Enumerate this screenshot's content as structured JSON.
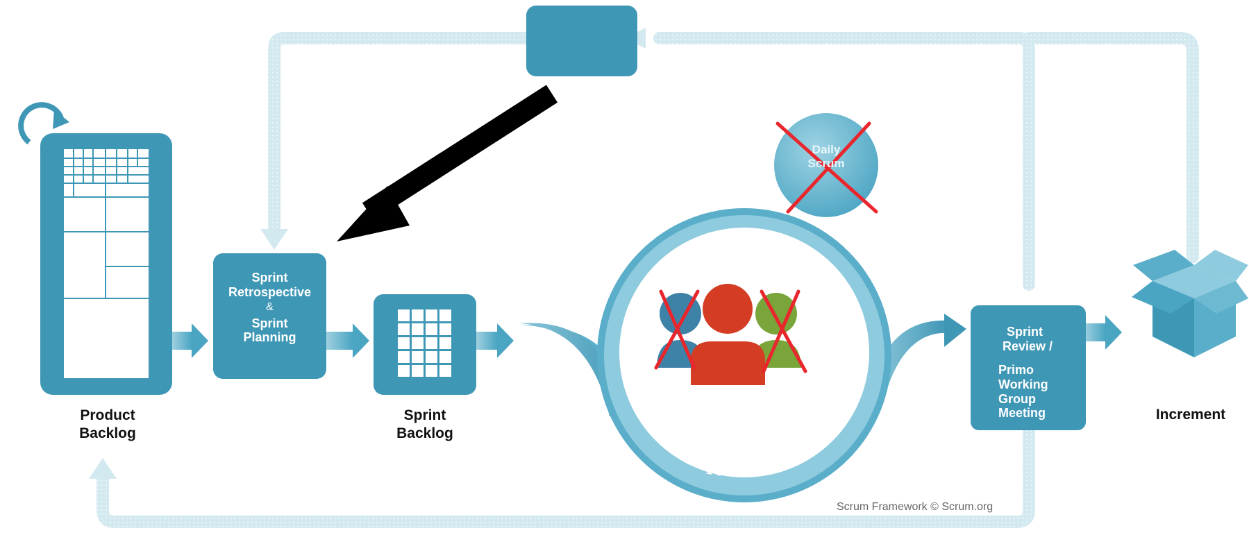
{
  "nodes": {
    "product_backlog": "Product\nBacklog",
    "retro_planning": {
      "line1": "Sprint",
      "line2": "Retrospective",
      "line3": "&",
      "line4": "Sprint",
      "line5": "Planning"
    },
    "sprint_backlog": "Sprint\nBacklog",
    "daily_scrum": "Daily\nScrum",
    "scrum_team": "1 Scrum Team",
    "sprint_review": {
      "line1": "Sprint",
      "line2": "Review /",
      "line3": "Primo",
      "line4": "Working",
      "line5": "Group",
      "line6": "Meeting"
    },
    "increment": "Increment"
  },
  "credit": "Scrum Framework © Scrum.org",
  "colors": {
    "primary": "#3f97b6",
    "primary_dark": "#2f7f9f",
    "light_loop": "#d3e9f0",
    "ring": "#5aaec9",
    "person_center": "#d43d24",
    "person_left": "#3e82a8",
    "person_right": "#79a53b",
    "cross": "#e8262c",
    "black_arrow": "#000000"
  }
}
